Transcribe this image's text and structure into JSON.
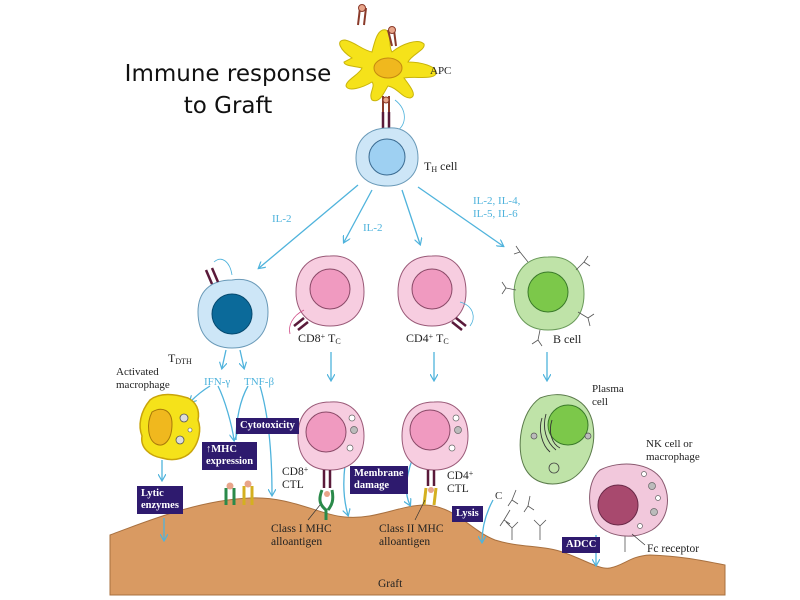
{
  "title": {
    "line1": "Immune response",
    "line2": "to Graft"
  },
  "colors": {
    "cytokine_arrow": "#4fb3dc",
    "effector_box": "#2e1a6e",
    "graft": "#d99a62",
    "apc": "#f5e21a",
    "th_cell": "#cde6f7",
    "tdth_nucleus": "#0b6a9a",
    "tc_cell": "#f7cde0",
    "b_cell": "#bfe3a8",
    "nk_nucleus": "#a8496e"
  },
  "cells": {
    "apc": "APC",
    "th": {
      "main": "T",
      "sub": "H",
      "rest": " cell"
    },
    "tdth": {
      "main": "T",
      "sub": "DTH"
    },
    "cd8_tc": {
      "main": "CD8",
      "sup": "+",
      "rest": " T",
      "sub": "C"
    },
    "cd4_tc": {
      "main": "CD4",
      "sup": "+",
      "rest": " T",
      "sub": "C"
    },
    "b_cell": "B cell",
    "activated_macrophage": [
      "Activated",
      "macrophage"
    ],
    "cd8_ctl": {
      "line1": "CD8",
      "sup": "+",
      "line2": "CTL"
    },
    "cd4_ctl": {
      "line1": "CD4",
      "sup": "+",
      "line2": "CTL"
    },
    "plasma_cell": [
      "Plasma",
      "cell"
    ],
    "nk_cell": [
      "NK cell or",
      "macrophage"
    ]
  },
  "cytokines": {
    "il2_left": "IL-2",
    "il2_mid": "IL-2",
    "il_b": [
      "IL-2, IL-4,",
      "IL-5, IL-6"
    ],
    "ifn": "IFN-γ",
    "tnf": "TNF-β",
    "complement": "C"
  },
  "effector_boxes": {
    "lytic": [
      "Lytic",
      "enzymes"
    ],
    "mhc": [
      "↑MHC",
      "expression"
    ],
    "cytotoxicity": "Cytotoxicity",
    "membrane": [
      "Membrane",
      "damage"
    ],
    "lysis": "Lysis",
    "adcc": "ADCC"
  },
  "graft_labels": {
    "class1": [
      "Class I MHC",
      "alloantigen"
    ],
    "class2": [
      "Class II MHC",
      "alloantigen"
    ],
    "fc_receptor": "Fc receptor",
    "graft": "Graft"
  }
}
